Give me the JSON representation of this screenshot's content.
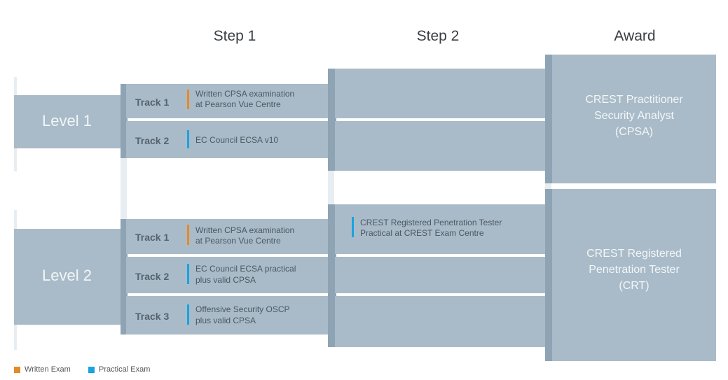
{
  "headers": {
    "step1": "Step 1",
    "step2": "Step 2",
    "award": "Award"
  },
  "colors": {
    "written": "#e58a28",
    "practical": "#1aa3e0",
    "panel": "#a9bbc8",
    "panel_dark": "#8ea4b4"
  },
  "level1": {
    "label": "Level 1",
    "tracks": [
      {
        "name": "Track 1",
        "text1": "Written CPSA examination",
        "text2": "at Pearson Vue Centre",
        "type": "written"
      },
      {
        "name": "Track 2",
        "text1": "EC Council ECSA v10",
        "text2": "",
        "type": "practical"
      }
    ],
    "award": {
      "line1": "CREST Practitioner",
      "line2": "Security Analyst",
      "line3": "(CPSA)"
    }
  },
  "level2": {
    "label": "Level 2",
    "tracks": [
      {
        "name": "Track 1",
        "text1": "Written CPSA examination",
        "text2": "at Pearson Vue Centre",
        "type": "written"
      },
      {
        "name": "Track 2",
        "text1": "EC Council ECSA practical",
        "text2": "plus valid CPSA",
        "type": "practical"
      },
      {
        "name": "Track 3",
        "text1": "Offensive Security OSCP",
        "text2": "plus valid CPSA",
        "type": "practical"
      }
    ],
    "step2": {
      "line1": "CREST Registered Penetration Tester",
      "line2": "Practical at CREST Exam Centre",
      "type": "practical"
    },
    "award": {
      "line1": "CREST Registered",
      "line2": "Penetration Tester",
      "line3": "(CRT)"
    }
  },
  "legend": {
    "written": "Written Exam",
    "practical": "Practical Exam"
  }
}
